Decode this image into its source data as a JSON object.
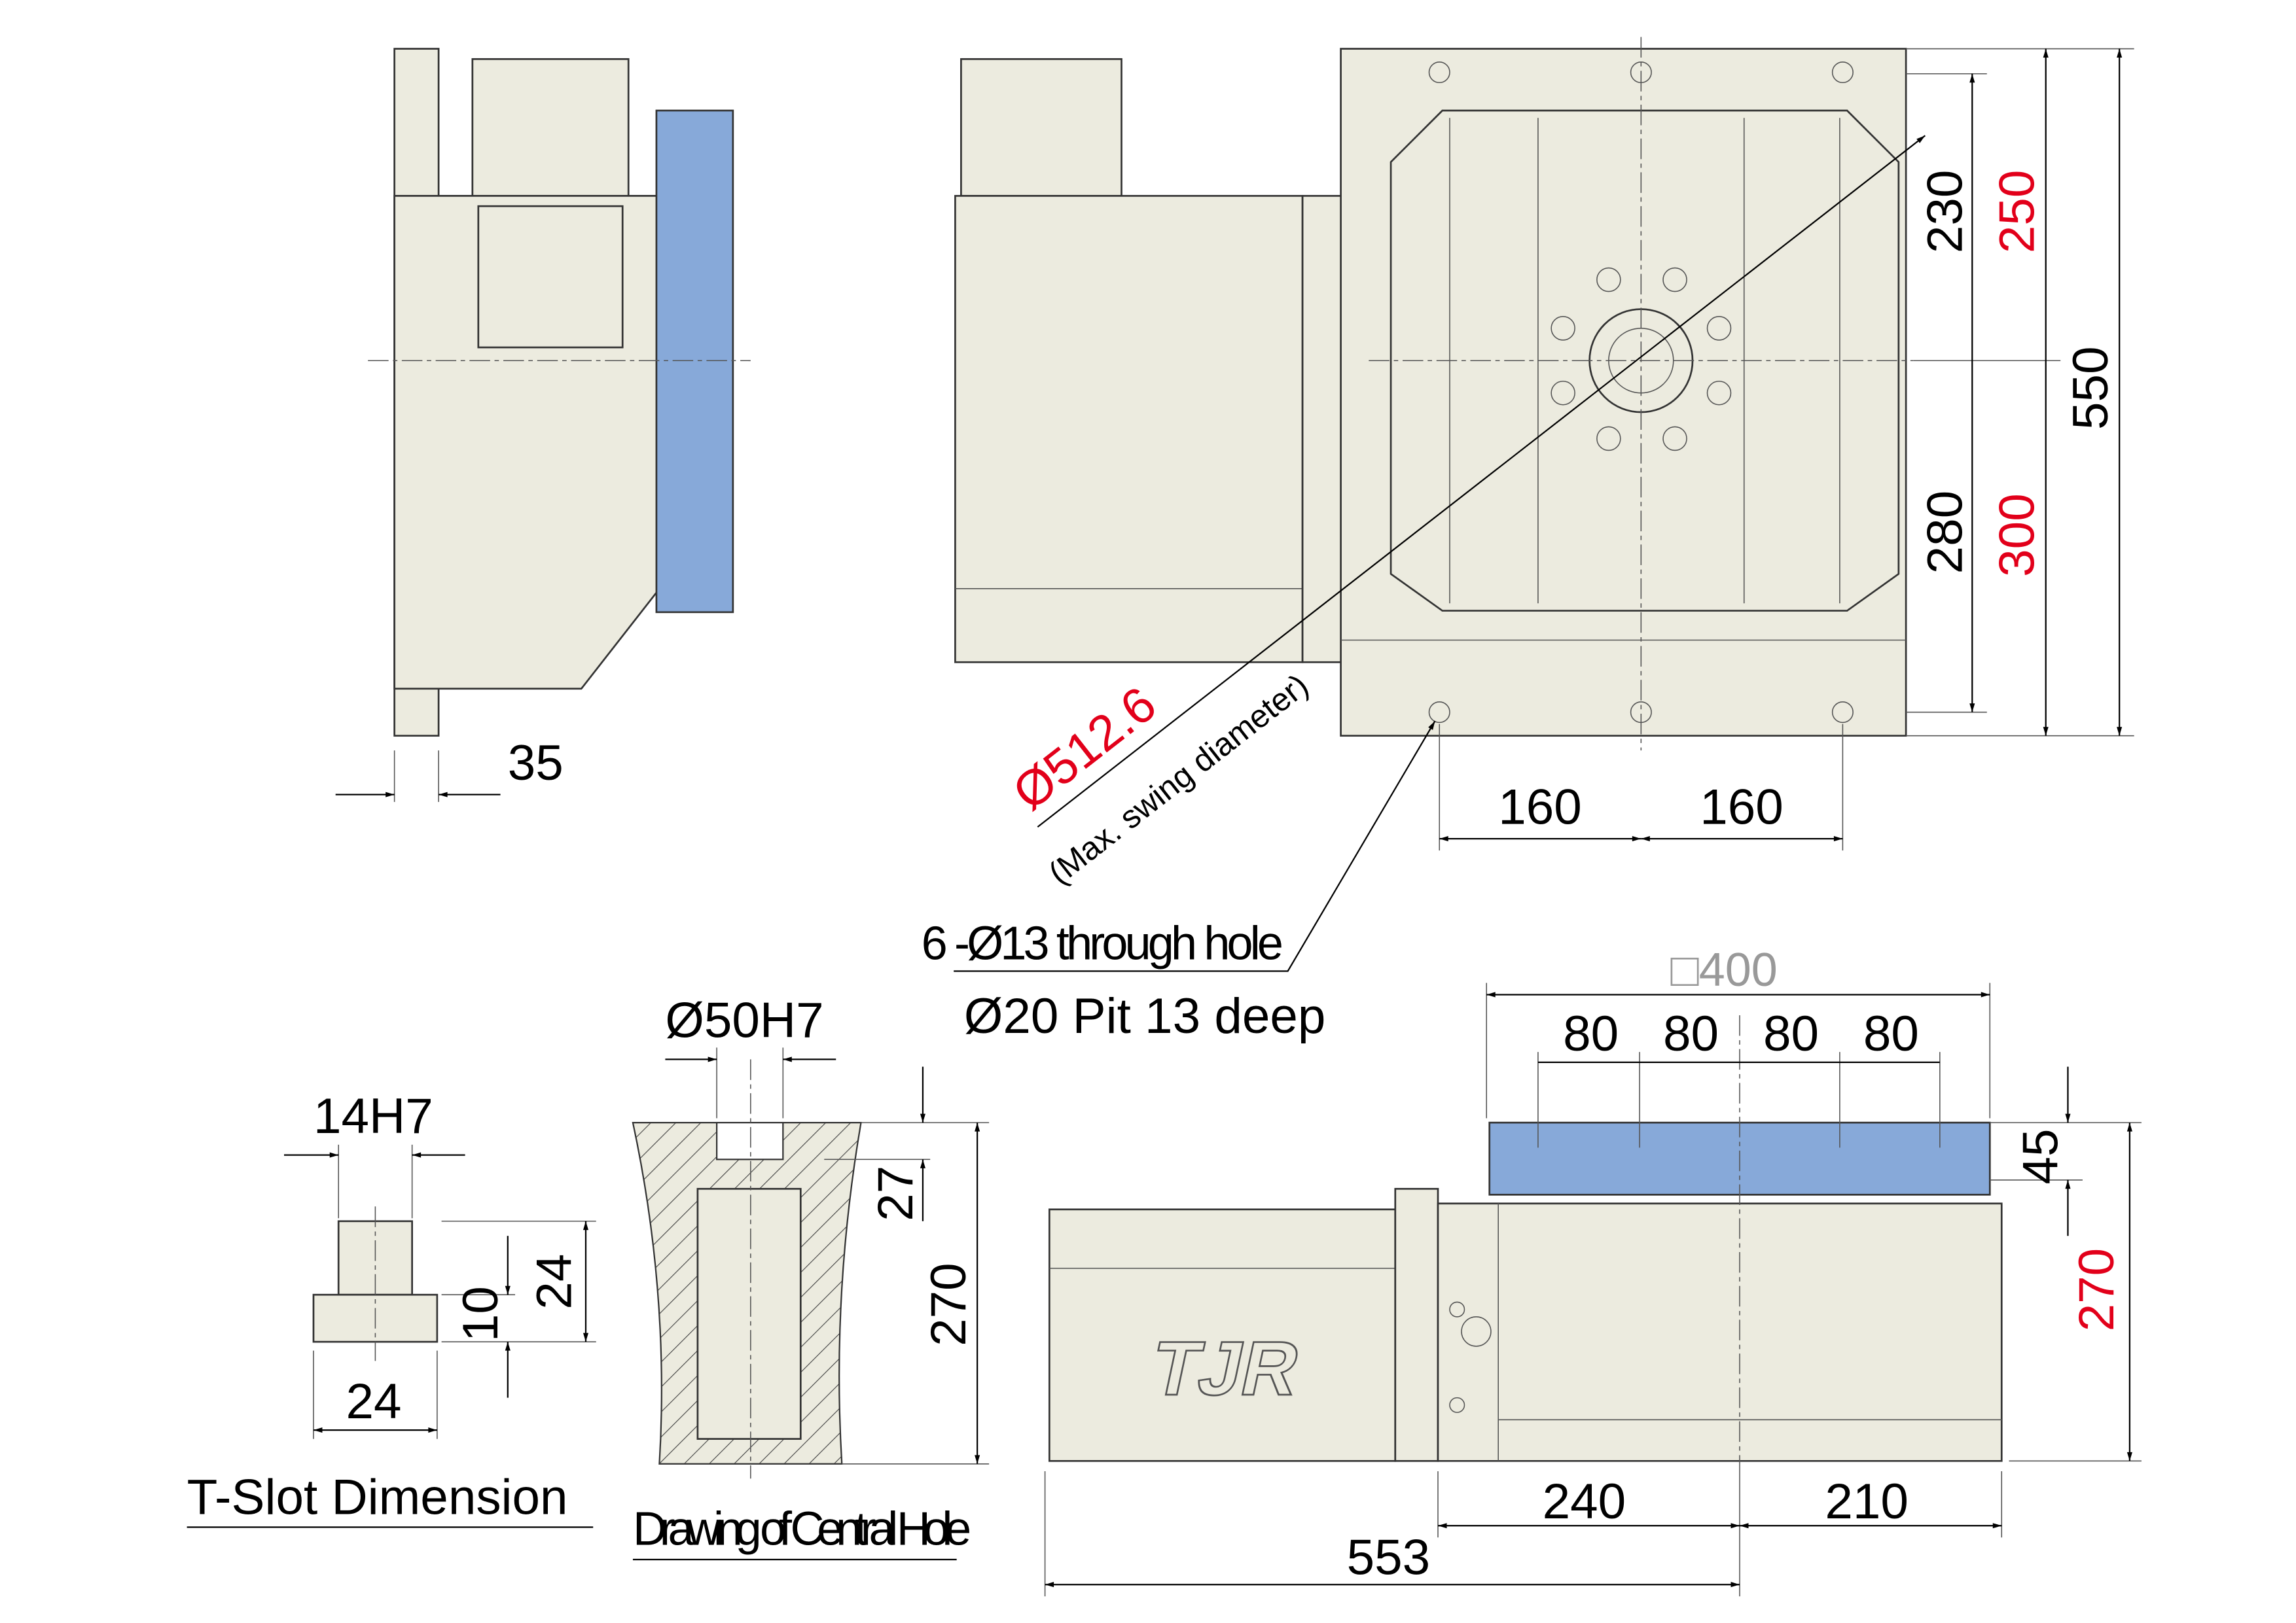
{
  "brand_logo": "TJR",
  "colors": {
    "part": "#ecebdf",
    "table": "#87a9d9",
    "highlight_dim": "#e2001a"
  },
  "side_view": {
    "dim_35": "35"
  },
  "top_view": {
    "dim_230": "230",
    "dim_250": "250",
    "dim_280": "280",
    "dim_300": "300",
    "dim_550": "550",
    "dim_160_left": "160",
    "dim_160_right": "160",
    "swing_diameter": "Ø512.6",
    "swing_note": "(Max. swing diameter)",
    "hole_callout_1": "6 -Ø13 through hole",
    "hole_callout_2": "Ø20 Pit 13 deep"
  },
  "front_view": {
    "table_size": "□400",
    "slot_pitch": [
      "80",
      "80",
      "80",
      "80"
    ],
    "dim_45": "45",
    "dim_270": "270",
    "dim_240": "240",
    "dim_210": "210",
    "dim_553": "553"
  },
  "central_hole": {
    "dim_bore": "Ø50H7",
    "dim_27": "27",
    "dim_270": "270",
    "title": "Drawing of Central Hole"
  },
  "t_slot": {
    "dim_width": "14H7",
    "dim_base": "24",
    "dim_10": "10",
    "dim_24": "24",
    "title": "T-Slot Dimension"
  }
}
